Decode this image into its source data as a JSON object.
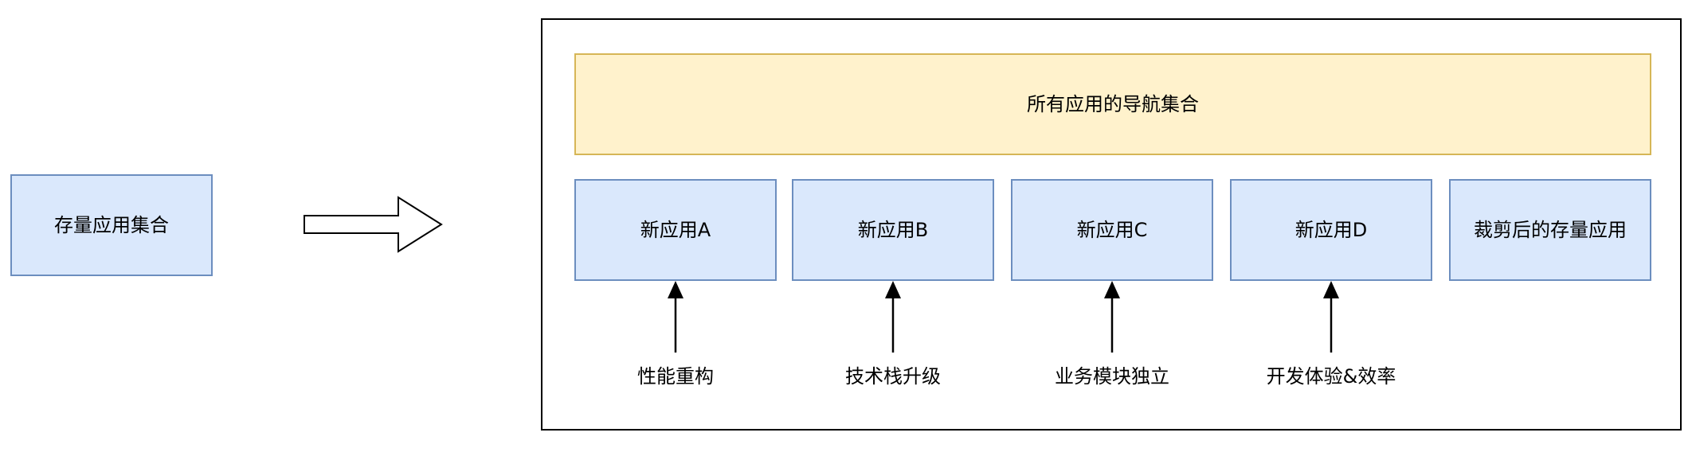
{
  "legacy_box": {
    "label": "存量应用集合"
  },
  "container": {
    "nav_box": {
      "label": "所有应用的导航集合"
    },
    "apps": [
      {
        "label": "新应用A"
      },
      {
        "label": "新应用B"
      },
      {
        "label": "新应用C"
      },
      {
        "label": "新应用D"
      },
      {
        "label": "裁剪后的存量应用"
      }
    ],
    "drivers": [
      {
        "label": "性能重构"
      },
      {
        "label": "技术栈升级"
      },
      {
        "label": "业务模块独立"
      },
      {
        "label": "开发体验&效率"
      }
    ]
  },
  "colors": {
    "blue_fill": "#dae8fc",
    "blue_stroke": "#6c8ebf",
    "yellow_fill": "#fff2cc",
    "yellow_stroke": "#d6b656"
  }
}
